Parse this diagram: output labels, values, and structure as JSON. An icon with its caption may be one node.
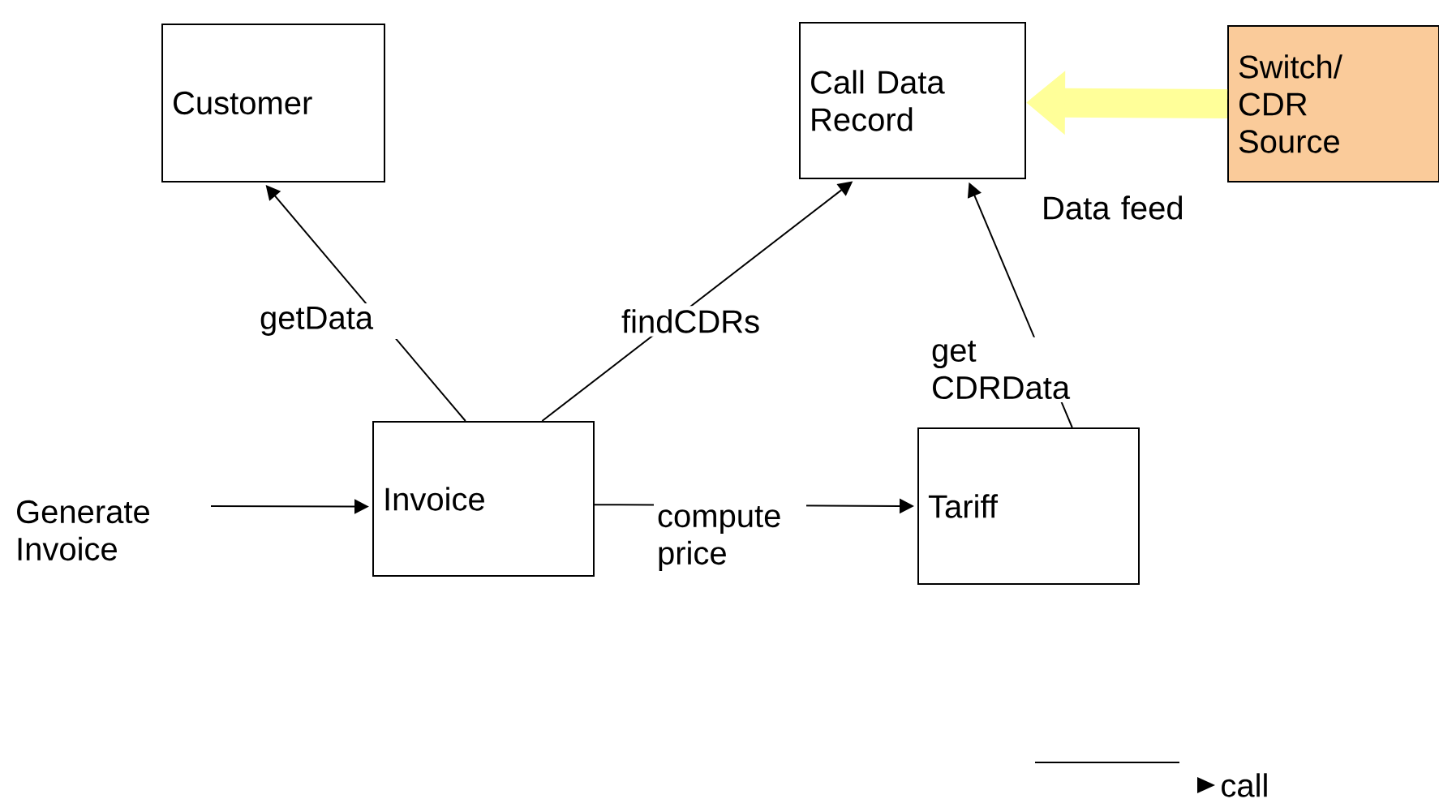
{
  "diagram": {
    "nodes": [
      {
        "text": [
          "Customer"
        ]
      },
      {
        "text": [
          "Call Data Record"
        ]
      },
      {
        "text": [
          "Switch/ CDR Source"
        ]
      },
      {
        "text": [
          "Invoice"
        ]
      },
      {
        "text": [
          "Tariff"
        ]
      }
    ],
    "edges": [
      {
        "from": 3,
        "to": 0,
        "arrow": "to",
        "label": "getData"
      },
      {
        "from": 3,
        "to": 1,
        "arrow": "to",
        "label": "findCDRs"
      },
      {
        "from": 4,
        "to": 1,
        "arrow": "to",
        "label": "get CDRData"
      },
      {
        "from": 3,
        "to": 4,
        "arrow": "to",
        "label": "compute price"
      },
      {
        "from": null,
        "to": 3,
        "arrow": "to",
        "label": "Generate Invoice"
      },
      {
        "from": 2,
        "to": 1,
        "arrow": "to",
        "label": "Data feed",
        "style": "thick",
        "color": "#ffff99"
      }
    ],
    "legend": [
      {
        "text": "call"
      }
    ]
  }
}
